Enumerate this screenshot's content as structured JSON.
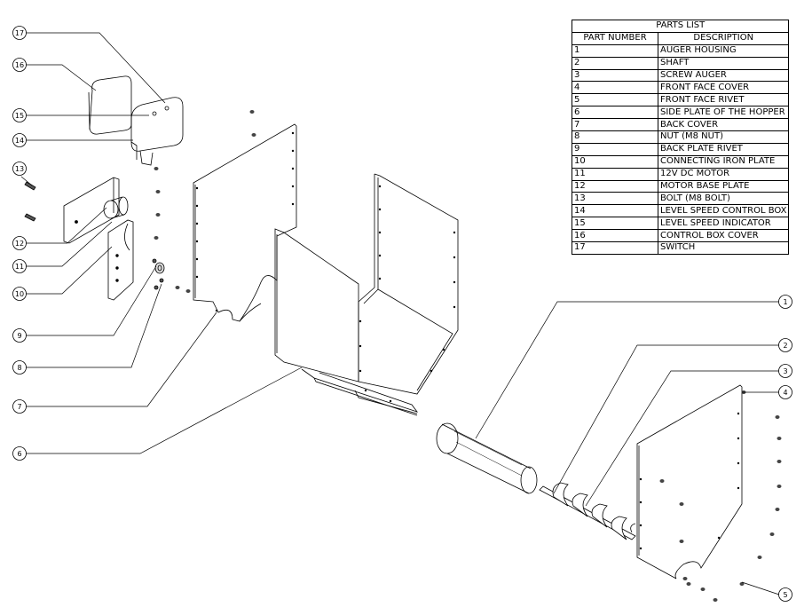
{
  "parts_list": {
    "title": "PARTS LIST",
    "headers": {
      "part_number": "PART NUMBER",
      "description": "DESCRIPTION"
    },
    "rows": [
      {
        "num": "1",
        "desc": "AUGER HOUSING"
      },
      {
        "num": "2",
        "desc": "SHAFT"
      },
      {
        "num": "3",
        "desc": "SCREW AUGER"
      },
      {
        "num": "4",
        "desc": "FRONT FACE COVER"
      },
      {
        "num": "5",
        "desc": "FRONT FACE RIVET"
      },
      {
        "num": "6",
        "desc": "SIDE PLATE OF THE HOPPER"
      },
      {
        "num": "7",
        "desc": "BACK COVER"
      },
      {
        "num": "8",
        "desc": "NUT (M8 NUT)"
      },
      {
        "num": "9",
        "desc": "BACK PLATE RIVET"
      },
      {
        "num": "10",
        "desc": "CONNECTING IRON PLATE"
      },
      {
        "num": "11",
        "desc": "12V DC MOTOR"
      },
      {
        "num": "12",
        "desc": "MOTOR BASE PLATE"
      },
      {
        "num": "13",
        "desc": "BOLT (M8 BOLT)"
      },
      {
        "num": "14",
        "desc": "LEVEL SPEED CONTROL BOX"
      },
      {
        "num": "15",
        "desc": "LEVEL SPEED INDICATOR"
      },
      {
        "num": "16",
        "desc": "CONTROL BOX COVER"
      },
      {
        "num": "17",
        "desc": "SWITCH"
      }
    ]
  },
  "callouts": [
    "17",
    "16",
    "15",
    "14",
    "13",
    "12",
    "11",
    "10",
    "9",
    "8",
    "7",
    "6",
    "1",
    "2",
    "3",
    "4",
    "5"
  ]
}
